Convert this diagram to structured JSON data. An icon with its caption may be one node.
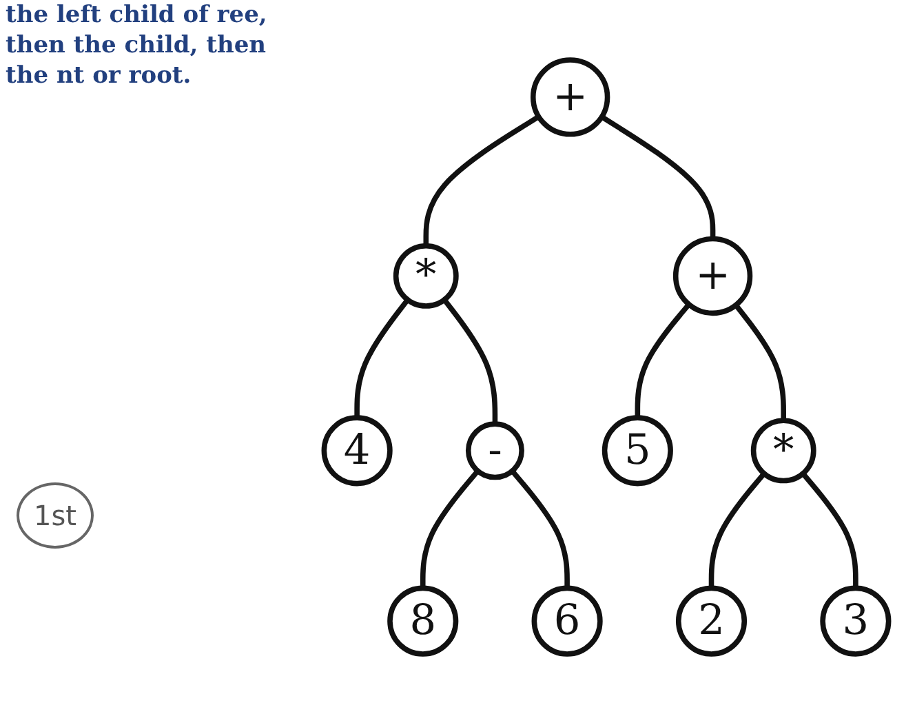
{
  "diagram": {
    "nodes": [
      {
        "text": [
          "+"
        ]
      },
      {
        "text": [
          "*"
        ]
      },
      {
        "text": [
          "+"
        ]
      },
      {
        "text": [
          "4"
        ]
      },
      {
        "text": [
          "-"
        ]
      },
      {
        "text": [
          "5"
        ]
      },
      {
        "text": [
          "*"
        ]
      },
      {
        "text": [
          "8"
        ]
      },
      {
        "text": [
          "6"
        ]
      },
      {
        "text": [
          "2"
        ]
      },
      {
        "text": [
          "3"
        ]
      }
    ],
    "edges": [
      {
        "from": 0,
        "to": 1,
        "arrow": "none"
      },
      {
        "from": 0,
        "to": 2,
        "arrow": "none"
      },
      {
        "from": 1,
        "to": 3,
        "arrow": "none"
      },
      {
        "from": 1,
        "to": 4,
        "arrow": "none"
      },
      {
        "from": 2,
        "to": 5,
        "arrow": "none"
      },
      {
        "from": 2,
        "to": 6,
        "arrow": "none"
      },
      {
        "from": 4,
        "to": 7,
        "arrow": "none"
      },
      {
        "from": 4,
        "to": 8,
        "arrow": "none"
      },
      {
        "from": 6,
        "to": 9,
        "arrow": "none"
      },
      {
        "from": 6,
        "to": 10,
        "arrow": "none"
      }
    ],
    "labels": [
      "the left child of ree, then the child, then the nt or root.",
      "1st"
    ]
  }
}
